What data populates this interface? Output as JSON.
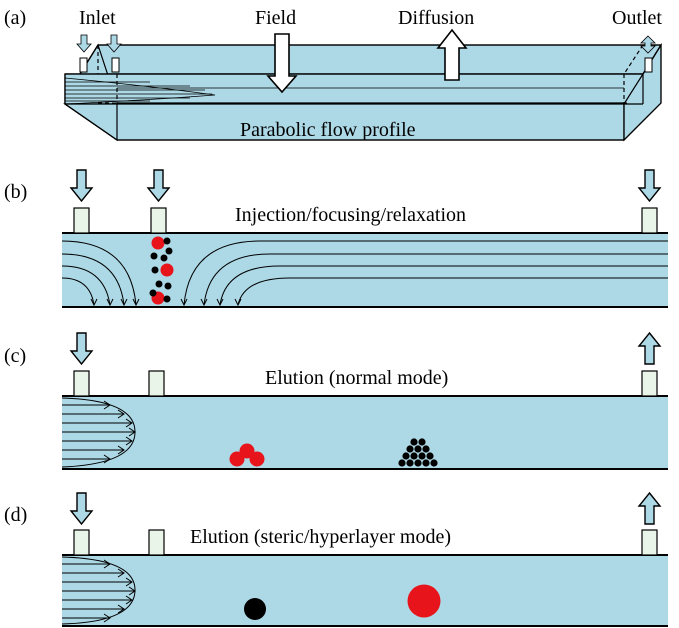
{
  "panels": {
    "a": {
      "label": "(a)",
      "inlet": "Inlet",
      "field": "Field",
      "diffusion": "Diffusion",
      "outlet": "Outlet",
      "profile": "Parabolic flow profile"
    },
    "b": {
      "label": "(b)",
      "caption": "Injection/focusing/relaxation"
    },
    "c": {
      "label": "(c)",
      "caption": "Elution (normal mode)"
    },
    "d": {
      "label": "(d)",
      "caption": "Elution (steric/hyperlayer mode)"
    }
  },
  "colors": {
    "channel_fill": "#add8e6",
    "arrow_fill": "#add8e6",
    "port_fill": "#eaf5e9",
    "particle_red": "#e8141b",
    "particle_black": "#000000",
    "outline": "#000000"
  }
}
